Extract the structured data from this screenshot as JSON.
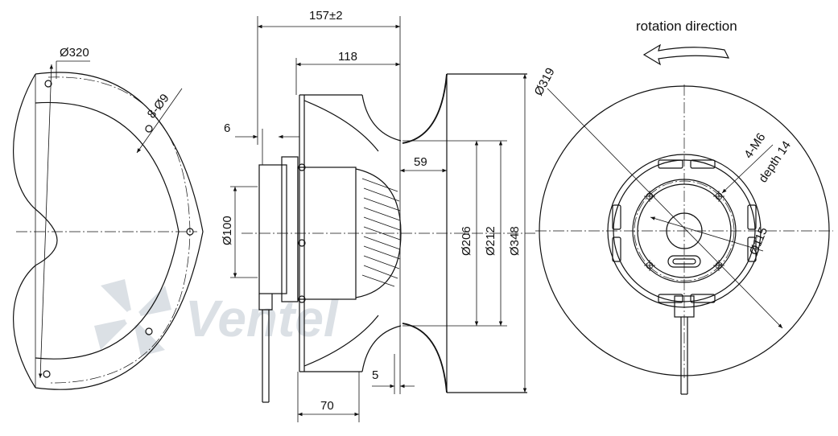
{
  "title": "rotation direction",
  "watermark": "Ventel",
  "dims": {
    "d320": "Ø320",
    "holes": "8-Ø9",
    "overall_length": "157±2",
    "len118": "118",
    "len6": "6",
    "len59": "59",
    "d100": "Ø100",
    "d206": "Ø206",
    "d212": "Ø212",
    "d348": "Ø348",
    "len5": "5",
    "len70": "70",
    "d319": "Ø319",
    "thread": "4-M6",
    "depth": "depth 14",
    "d115": "Ø115"
  },
  "colors": {
    "line": "#111111",
    "watermark": "#d8dde3",
    "background": "#ffffff"
  }
}
